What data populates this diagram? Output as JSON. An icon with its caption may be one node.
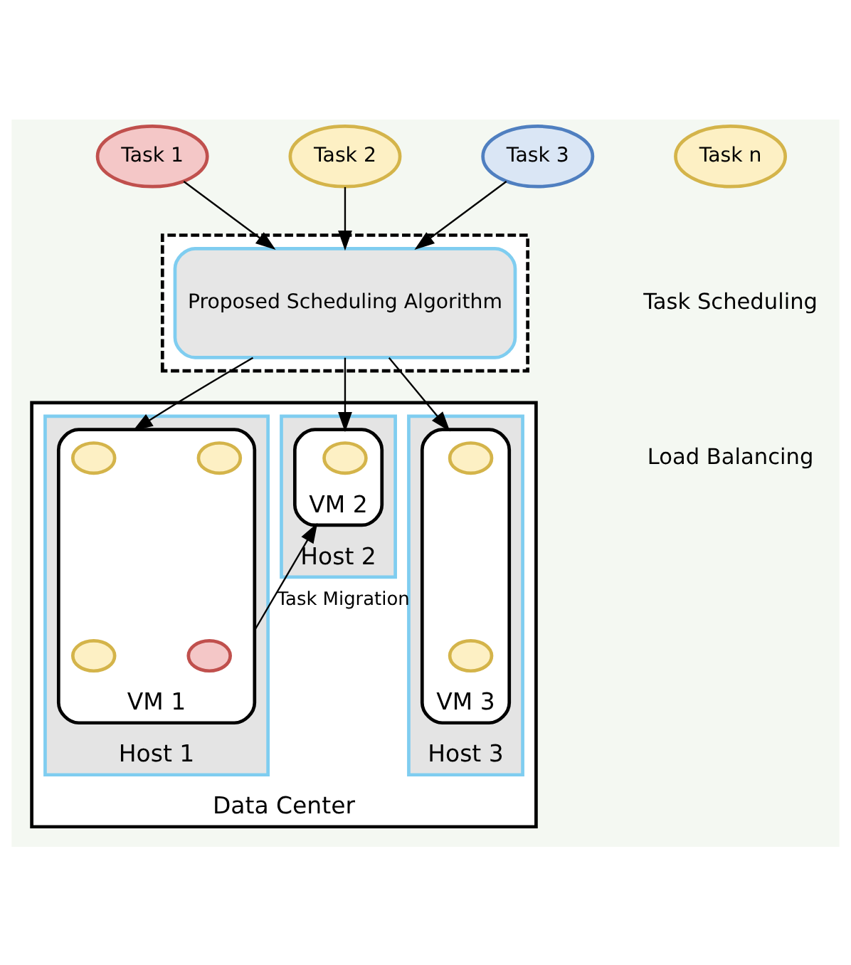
{
  "diagram": {
    "nodes": [
      {
        "text": [
          "Task 1"
        ]
      },
      {
        "text": [
          "Task 2"
        ]
      },
      {
        "text": [
          "Task 3"
        ]
      },
      {
        "text": [
          "Task n"
        ]
      },
      {
        "text": [],
        "shape": "box"
      },
      {
        "text": [
          "Proposed Scheduling Algorithm"
        ],
        "in": 4
      },
      {
        "text": [
          "Data Center"
        ]
      },
      {
        "text": [
          "Host 1"
        ],
        "in": 6
      },
      {
        "text": [
          "VM 1"
        ],
        "in": 7
      },
      {
        "text": [],
        "shape": "circle",
        "in": 8
      },
      {
        "text": [],
        "shape": "circle",
        "in": 8
      },
      {
        "text": [],
        "shape": "circle",
        "in": 8
      },
      {
        "text": [],
        "shape": "circle",
        "in": 8
      },
      {
        "text": [
          "Host 2"
        ],
        "in": 6
      },
      {
        "text": [
          "VM 2"
        ],
        "in": 13
      },
      {
        "text": [],
        "shape": "circle",
        "in": 14
      },
      {
        "text": [
          "Host 3"
        ],
        "in": 6
      },
      {
        "text": [
          "VM 3"
        ],
        "in": 16
      },
      {
        "text": [],
        "shape": "circle",
        "in": 17
      },
      {
        "text": [],
        "shape": "circle",
        "in": 17
      }
    ],
    "edges": [
      {
        "from": 0,
        "to": 5,
        "arrow": "to"
      },
      {
        "from": 1,
        "to": 5,
        "arrow": "to"
      },
      {
        "from": 2,
        "to": 5,
        "arrow": "to"
      },
      {
        "from": 5,
        "to": 8,
        "arrow": "to"
      },
      {
        "from": 5,
        "to": 14,
        "arrow": "to"
      },
      {
        "from": 5,
        "to": 17,
        "arrow": "to"
      },
      {
        "from": 8,
        "to": 14,
        "label": "Task Migration",
        "arrow": "to"
      }
    ],
    "labels": [
      "Task Scheduling",
      "Load Balancing"
    ]
  }
}
